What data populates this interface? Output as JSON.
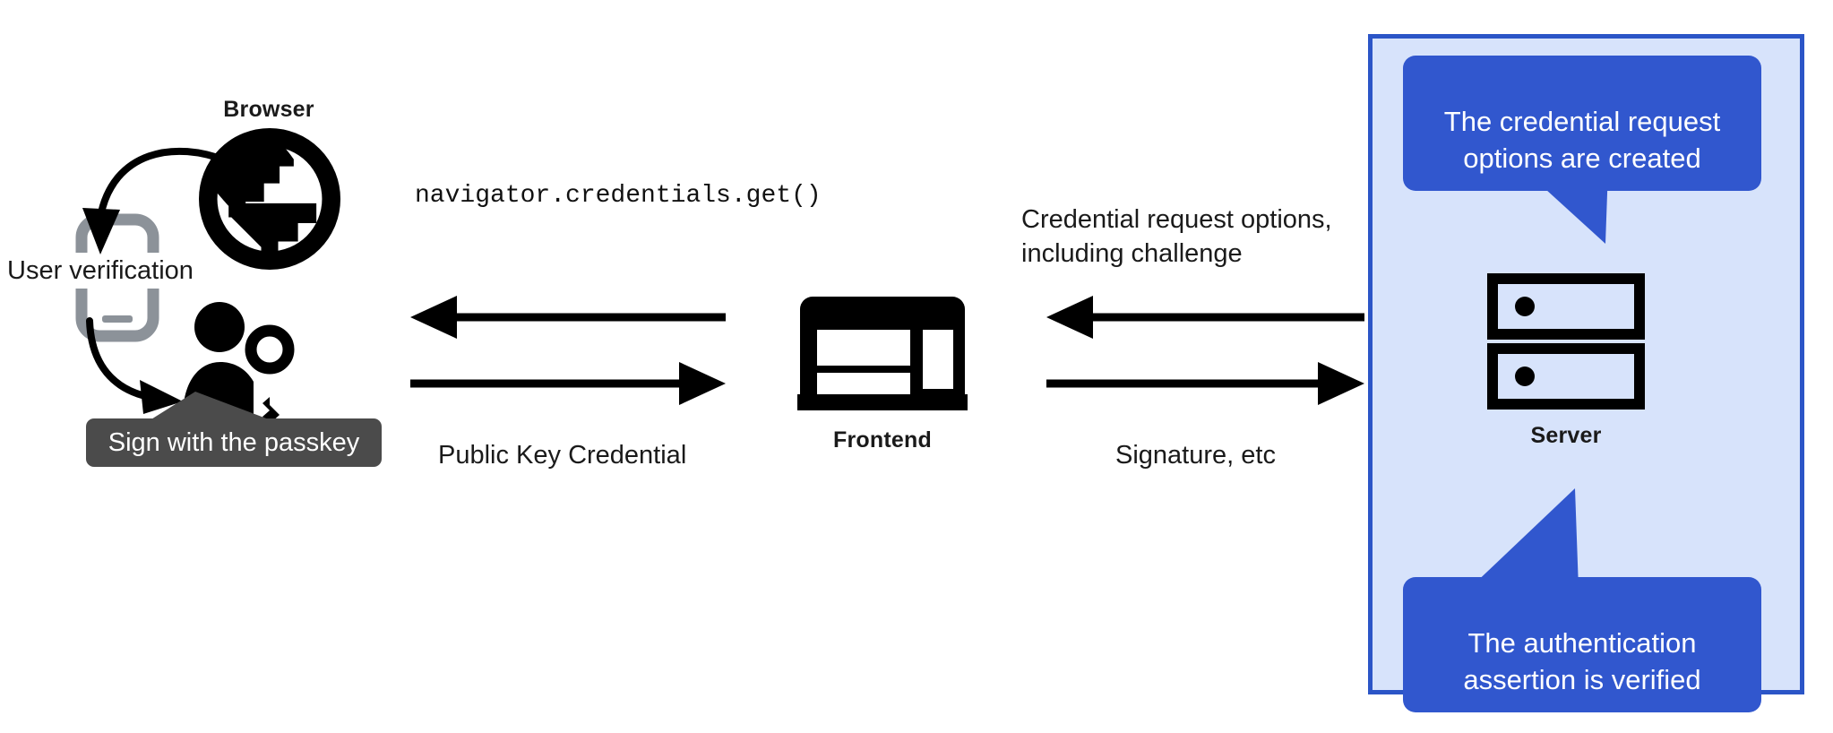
{
  "diagram": {
    "title": "WebAuthn passkey authentication flow",
    "colors": {
      "panel_background": "#d7e3fb",
      "panel_border": "#2b55c7",
      "callout_blue": "#3157ce",
      "tooltip_gray": "#4b4b4b",
      "icon_black": "#000000",
      "phone_gray": "#8c9299",
      "text": "#1a1a1a"
    }
  },
  "nodes": {
    "browser": {
      "label": "Browser",
      "icon": "globe-icon"
    },
    "phone": {
      "icon": "mobile-phone-icon"
    },
    "user": {
      "icon": "person-with-key-icon"
    },
    "frontend": {
      "label": "Frontend",
      "icon": "frontend-window-icon"
    },
    "server": {
      "label": "Server",
      "icon": "server-rack-icon"
    }
  },
  "annotations": {
    "user_verification": "User verification",
    "passkey_tooltip": "Sign with the passkey",
    "server_top_callout": "The credential request\noptions are created",
    "server_bottom_callout": "The authentication\nassertion is verified"
  },
  "flows": [
    {
      "id": "navigator-credentials-get",
      "label": "navigator.credentials.get()",
      "style": "monospace",
      "direction": "right-to-left",
      "from": "frontend",
      "to": "browser"
    },
    {
      "id": "public-key-credential",
      "label": "Public Key Credential",
      "style": "sans",
      "direction": "left-to-right",
      "from": "browser",
      "to": "frontend"
    },
    {
      "id": "credential-request-options",
      "label": "Credential request options,\nincluding challenge",
      "style": "sans",
      "direction": "right-to-left",
      "from": "server",
      "to": "frontend"
    },
    {
      "id": "signature-etc",
      "label": "Signature, etc",
      "style": "sans",
      "direction": "left-to-right",
      "from": "frontend",
      "to": "server"
    }
  ]
}
